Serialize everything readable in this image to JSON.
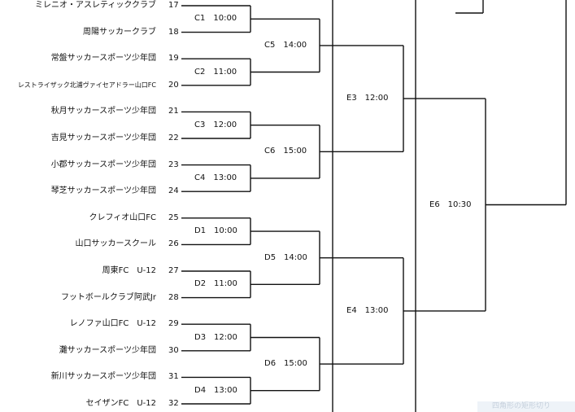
{
  "teams": [
    {
      "name": "ミレニオ・アスレティッククラブ",
      "seed": "17"
    },
    {
      "name": "周陽サッカークラブ",
      "seed": "18"
    },
    {
      "name": "常盤サッカースポーツ少年団",
      "seed": "19"
    },
    {
      "name": "レストライザック北浦ヴァイセアドラー山口FC",
      "seed": "20"
    },
    {
      "name": "秋月サッカースポーツ少年団",
      "seed": "21"
    },
    {
      "name": "吉見サッカースポーツ少年団",
      "seed": "22"
    },
    {
      "name": "小郡サッカースポーツ少年団",
      "seed": "23"
    },
    {
      "name": "琴芝サッカースポーツ少年団",
      "seed": "24"
    },
    {
      "name": "クレフィオ山口FC",
      "seed": "25"
    },
    {
      "name": "山口サッカースクール",
      "seed": "26"
    },
    {
      "name": "周東FC　U-12",
      "seed": "27"
    },
    {
      "name": "フットボールクラブ阿武Jr",
      "seed": "28"
    },
    {
      "name": "レノファ山口FC　U-12",
      "seed": "29"
    },
    {
      "name": "灘サッカースポーツ少年団",
      "seed": "30"
    },
    {
      "name": "新川サッカースポーツ少年団",
      "seed": "31"
    },
    {
      "name": "セイザンFC　U-12",
      "seed": "32"
    }
  ],
  "round1": [
    {
      "label": "C1　10:00"
    },
    {
      "label": "C2　11:00"
    },
    {
      "label": "C3　12:00"
    },
    {
      "label": "C4　13:00"
    },
    {
      "label": "D1　10:00"
    },
    {
      "label": "D2　11:00"
    },
    {
      "label": "D3　12:00"
    },
    {
      "label": "D4　13:00"
    }
  ],
  "round2": [
    {
      "label": "C5　14:00"
    },
    {
      "label": "C6　15:00"
    },
    {
      "label": "D5　14:00"
    },
    {
      "label": "D6　15:00"
    }
  ],
  "round3": [
    {
      "label": "E3　12:00"
    },
    {
      "label": "E4　13:00"
    }
  ],
  "round4": [
    {
      "label": "E6　10:30"
    }
  ],
  "watermark": "四角形の矩形切り"
}
